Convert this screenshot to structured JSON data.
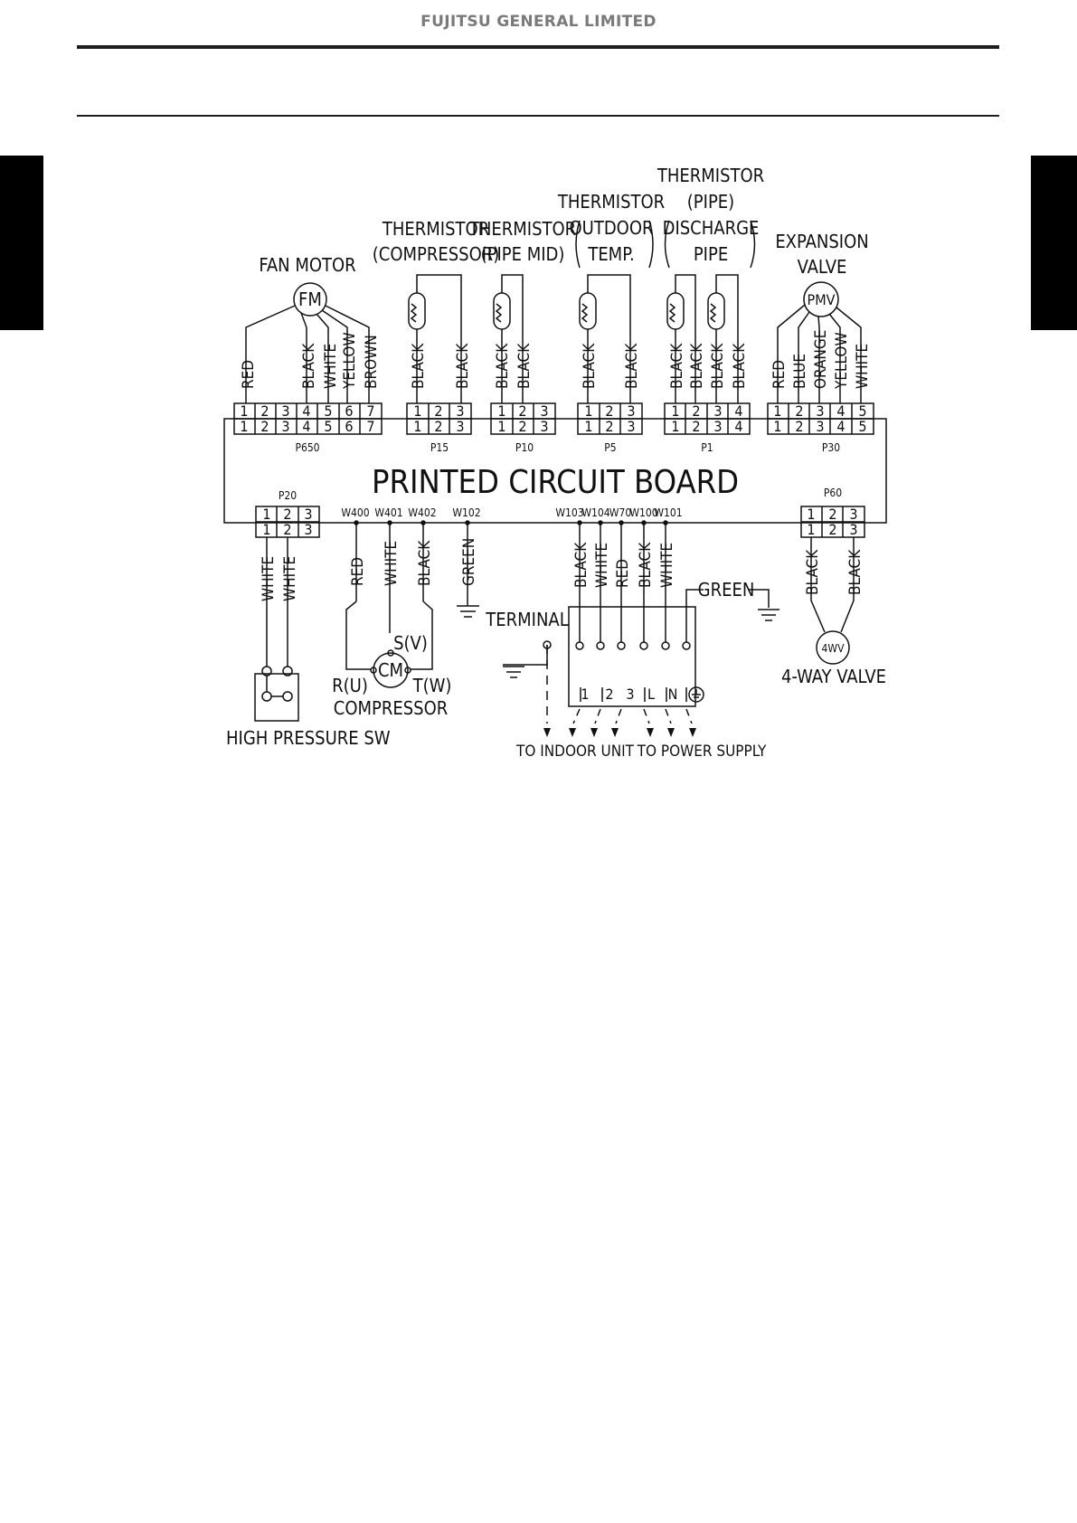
{
  "header": {
    "company": "FUJITSU GENERAL LIMITED"
  },
  "diagram": {
    "pcb_label": "PRINTED CIRCUIT BOARD",
    "components": {
      "fan_motor": {
        "title": "FAN MOTOR",
        "symbol": "FM",
        "connector": "P650",
        "pins": [
          "1",
          "2",
          "3",
          "4",
          "5",
          "6",
          "7"
        ],
        "wires": [
          "RED",
          "BLACK",
          "WHITE",
          "YELLOW",
          "BROWN"
        ]
      },
      "thermistor_compressor": {
        "title_line1": "THERMISTOR",
        "title_line2": "(COMPRESSOR)",
        "connector": "P15",
        "pins": [
          "1",
          "2",
          "3"
        ],
        "wires": [
          "BLACK",
          "BLACK"
        ]
      },
      "thermistor_pipe_mid": {
        "title_line1": "THERMISTOR",
        "title_line2": "(PIPE MID)",
        "connector": "P10",
        "pins": [
          "1",
          "2",
          "3"
        ],
        "wires": [
          "BLACK",
          "BLACK"
        ]
      },
      "thermistor_outdoor": {
        "title_line1": "THERMISTOR",
        "title_line2": "OUTDOOR",
        "title_line3": "TEMP.",
        "connector": "P5",
        "pins": [
          "1",
          "2",
          "3"
        ],
        "wires": [
          "BLACK",
          "BLACK"
        ]
      },
      "thermistor_discharge": {
        "title_line1": "THERMISTOR",
        "title_line2": "(PIPE)",
        "title_line3": "DISCHARGE",
        "title_line4": "PIPE",
        "connector": "P1",
        "pins": [
          "1",
          "2",
          "3",
          "4"
        ],
        "wires": [
          "BLACK",
          "BLACK",
          "BLACK",
          "BLACK"
        ]
      },
      "expansion_valve": {
        "title_line1": "EXPANSION",
        "title_line2": "VALVE",
        "symbol": "PMV",
        "connector": "P30",
        "pins": [
          "1",
          "2",
          "3",
          "4",
          "5"
        ],
        "wires": [
          "RED",
          "BLUE",
          "ORANGE",
          "YELLOW",
          "WHITE"
        ]
      },
      "high_pressure_sw": {
        "title": "HIGH PRESSURE SW",
        "connector": "P20",
        "pins": [
          "1",
          "2",
          "3"
        ],
        "wires": [
          "WHITE",
          "WHITE"
        ]
      },
      "compressor": {
        "title": "COMPRESSOR",
        "symbol": "CM",
        "terminals": [
          "S(V)",
          "R(U)",
          "T(W)"
        ],
        "wires": [
          "RED",
          "WHITE",
          "BLACK"
        ]
      },
      "four_way_valve": {
        "title": "4-WAY VALVE",
        "symbol": "4WV",
        "connector": "P60",
        "pins": [
          "1",
          "2",
          "3"
        ],
        "wires": [
          "BLACK",
          "BLACK"
        ]
      },
      "terminal": {
        "title": "TERMINAL",
        "wires": [
          "BLACK",
          "WHITE",
          "RED",
          "BLACK",
          "WHITE"
        ],
        "ground_wire": "GREEN",
        "terminal_labels": [
          "1",
          "2",
          "3",
          "L",
          "N"
        ],
        "to_indoor": "TO INDOOR UNIT",
        "to_power": "TO POWER SUPPLY"
      }
    },
    "board_points": [
      "W400",
      "W401",
      "W402",
      "W102",
      "W103",
      "W104",
      "W70",
      "W100",
      "W101"
    ],
    "ground_wire": "GREEN"
  }
}
